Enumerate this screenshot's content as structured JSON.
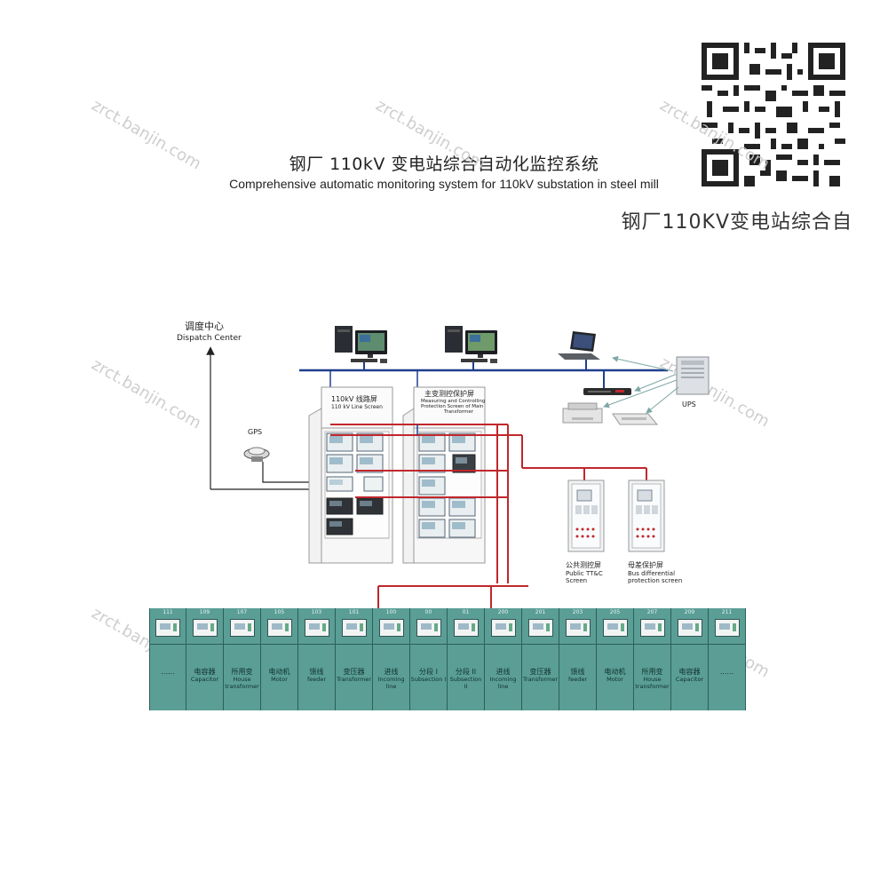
{
  "header": {
    "title_cn": "钢厂 110kV 变电站综合自动化监控系统",
    "title_en": "Comprehensive automatic monitoring system for 110kV substation in steel mill",
    "banner": "钢厂110KV变电站综合自"
  },
  "watermark": "zrct.banjin.com",
  "labels": {
    "dispatch_cn": "调度中心",
    "dispatch_en": "Dispatch Center",
    "gps": "GPS",
    "ups": "UPS",
    "line_screen_cn": "110kV 线路屏",
    "line_screen_en": "110 kV Line Screen",
    "main_screen_cn": "主变测控保护屏",
    "main_screen_en1": "Measuring and Controlling",
    "main_screen_en2": "Protection Screen of Main",
    "main_screen_en3": "Transformer",
    "public_cn": "公共测控屏",
    "public_en1": "Public TT&C",
    "public_en2": "Screen",
    "busdiff_cn": "母差保护屏",
    "busdiff_en1": "Bus differential",
    "busdiff_en2": "protection screen"
  },
  "colors": {
    "bus_line": "#1f3f8f",
    "power_line": "#c0272d",
    "bay_fill": "#5a9e96"
  },
  "bays": [
    {
      "num": "111",
      "cn": "......",
      "en": ""
    },
    {
      "num": "109",
      "cn": "电容器",
      "en": "Capacitor"
    },
    {
      "num": "107",
      "cn": "所用变",
      "en": "House transformer"
    },
    {
      "num": "105",
      "cn": "电动机",
      "en": "Motor"
    },
    {
      "num": "103",
      "cn": "馈线",
      "en": "feeder"
    },
    {
      "num": "101",
      "cn": "变压器",
      "en": "Transformer"
    },
    {
      "num": "100",
      "cn": "进线",
      "en": "Incoming line"
    },
    {
      "num": "00",
      "cn": "分段 I",
      "en": "Subsection I"
    },
    {
      "num": "01",
      "cn": "分段 II",
      "en": "Subsection II"
    },
    {
      "num": "200",
      "cn": "进线",
      "en": "Incoming line"
    },
    {
      "num": "201",
      "cn": "变压器",
      "en": "Transformer"
    },
    {
      "num": "203",
      "cn": "馈线",
      "en": "feeder"
    },
    {
      "num": "205",
      "cn": "电动机",
      "en": "Motor"
    },
    {
      "num": "207",
      "cn": "所用变",
      "en": "House transformer"
    },
    {
      "num": "209",
      "cn": "电容器",
      "en": "Capacitor"
    },
    {
      "num": "211",
      "cn": "......",
      "en": ""
    }
  ]
}
